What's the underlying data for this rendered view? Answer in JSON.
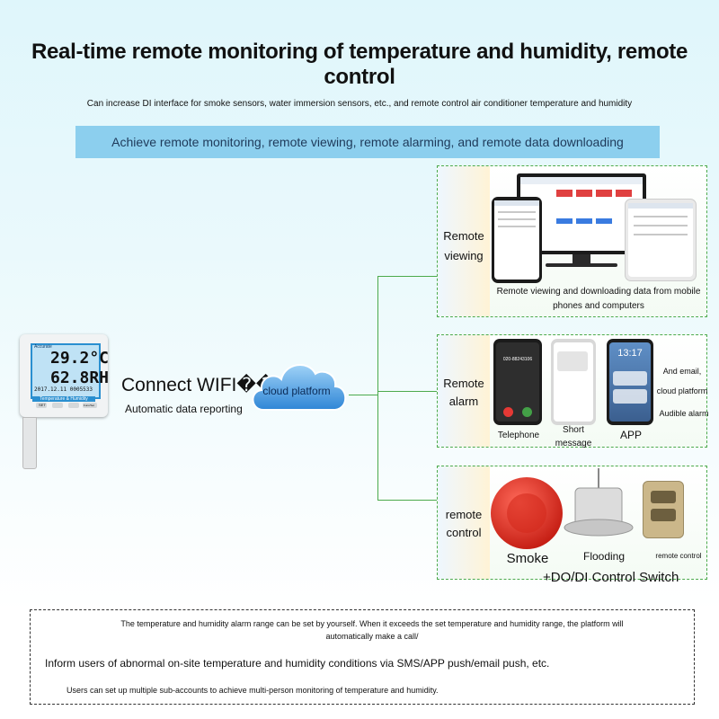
{
  "header": {
    "title": "Real-time remote monitoring of temperature and humidity, remote control",
    "subtitle": "Can increase DI interface for smoke sensors, water immersion sensors, etc., and remote control air conditioner temperature and humidity",
    "banner": "Achieve remote monitoring, remote viewing, remote alarming, and remote data downloading"
  },
  "device": {
    "brand": "Accurate",
    "temperature": "29.2°C",
    "humidity": "62.8RH",
    "date": "2017.12.11 0005533",
    "label": "Temperature & Humidity",
    "button_set": "SET",
    "button_func": "Func/Set"
  },
  "connect": {
    "wifi_label": "Connect WIFI��",
    "reporting": "Automatic data reporting"
  },
  "cloud": {
    "label": "cloud platform"
  },
  "viewing": {
    "tag_line1": "Remote",
    "tag_line2": "viewing",
    "caption": "Remote viewing and downloading data from mobile phones and computers"
  },
  "alarm": {
    "tag_line1": "Remote",
    "tag_line2": "alarm",
    "phone_number": "020-88243106",
    "phone_time": "13:17",
    "telephone": "Telephone",
    "sms_line1": "Short",
    "sms_line2": "message",
    "app": "APP",
    "note_line1": "And email,",
    "note_line2": "cloud platform",
    "note_line3": "Audible alarm"
  },
  "control": {
    "tag_line1": "remote",
    "tag_line2": "control",
    "smoke": "Smoke",
    "flooding": "Flooding",
    "remote_control": "remote control",
    "switch": "+DO/DI Control Switch"
  },
  "footer": {
    "line1": "The temperature and humidity alarm range can be set by yourself. When it exceeds the set temperature and humidity range, the platform will automatically make a call/",
    "line2": "Inform users of abnormal on-site temperature and humidity conditions via SMS/APP push/email push, etc.",
    "line3": "Users can set up multiple sub-accounts to achieve multi-person monitoring of temperature and humidity."
  },
  "colors": {
    "banner": "#8ccfee",
    "line": "#4caa4c",
    "cloud": "#2f86d6",
    "device_screen": "#bfe2f5"
  }
}
